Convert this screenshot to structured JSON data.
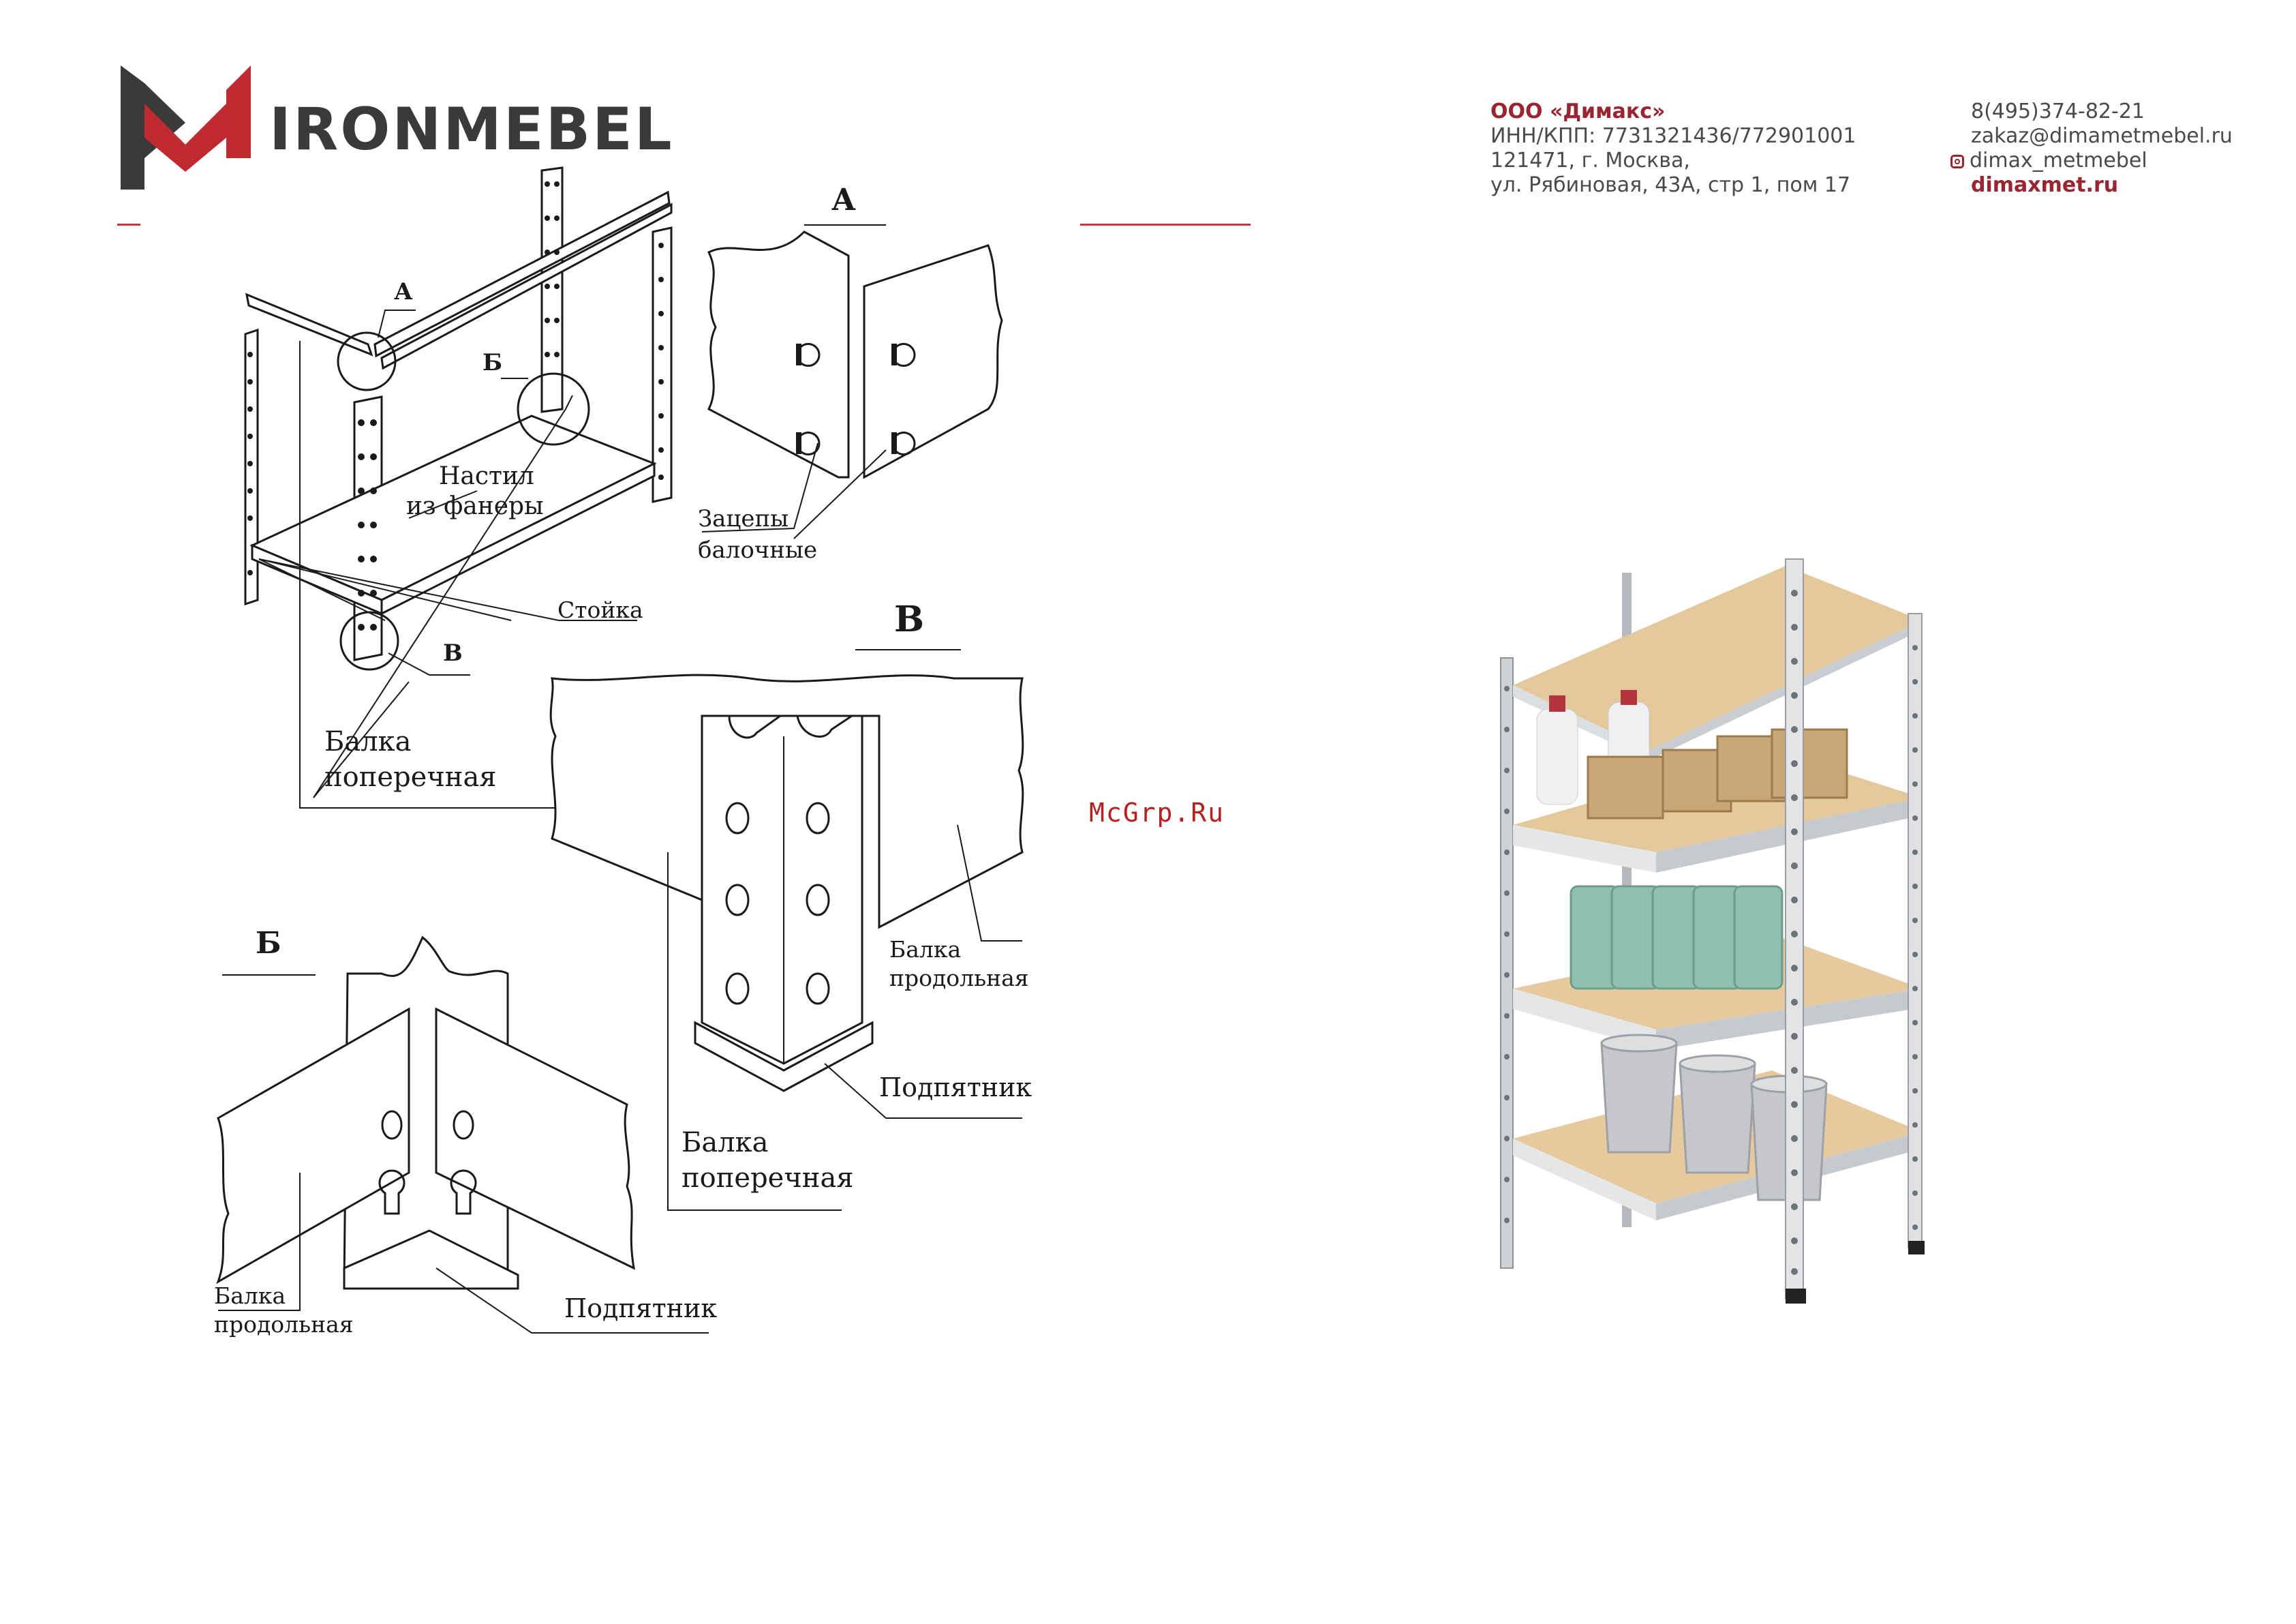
{
  "brand": {
    "name": "IRONMEBEL",
    "logo_letter": "M"
  },
  "contacts": {
    "company": "ООО «Димакс»",
    "inn": "ИНН/КПП: 7731321436/772901001",
    "address_line1": "121471, г. Москва,",
    "address_line2": "ул. Рябиновая, 43А, стр 1, пом 17",
    "phone": "8(495)374-82-21",
    "email": "zakaz@dimametmebel.ru",
    "instagram": "dimax_metmebel",
    "website": "dimaxmet.ru"
  },
  "watermark": "McGrp.Ru",
  "diagram": {
    "callout_A": "А",
    "callout_B_cyr": "Б",
    "callout_V": "В",
    "nastil": "Настил",
    "iz_fanery": "из фанеры",
    "stoika": "Стойка",
    "balka_poperechnaya_1": "Балка",
    "balka_poperechnaya_2": "поперечная",
    "zatsepy_1": "Зацепы",
    "zatsepy_2": "балочные",
    "balka_prodolnaya_1": "Балка",
    "balka_prodolnaya_2": "продольная",
    "podpyatnik": "Подпятник"
  },
  "colors": {
    "brand_red": "#9a2430",
    "accent_rule": "#c43a3a",
    "logo_dark": "#3a3a3a"
  }
}
